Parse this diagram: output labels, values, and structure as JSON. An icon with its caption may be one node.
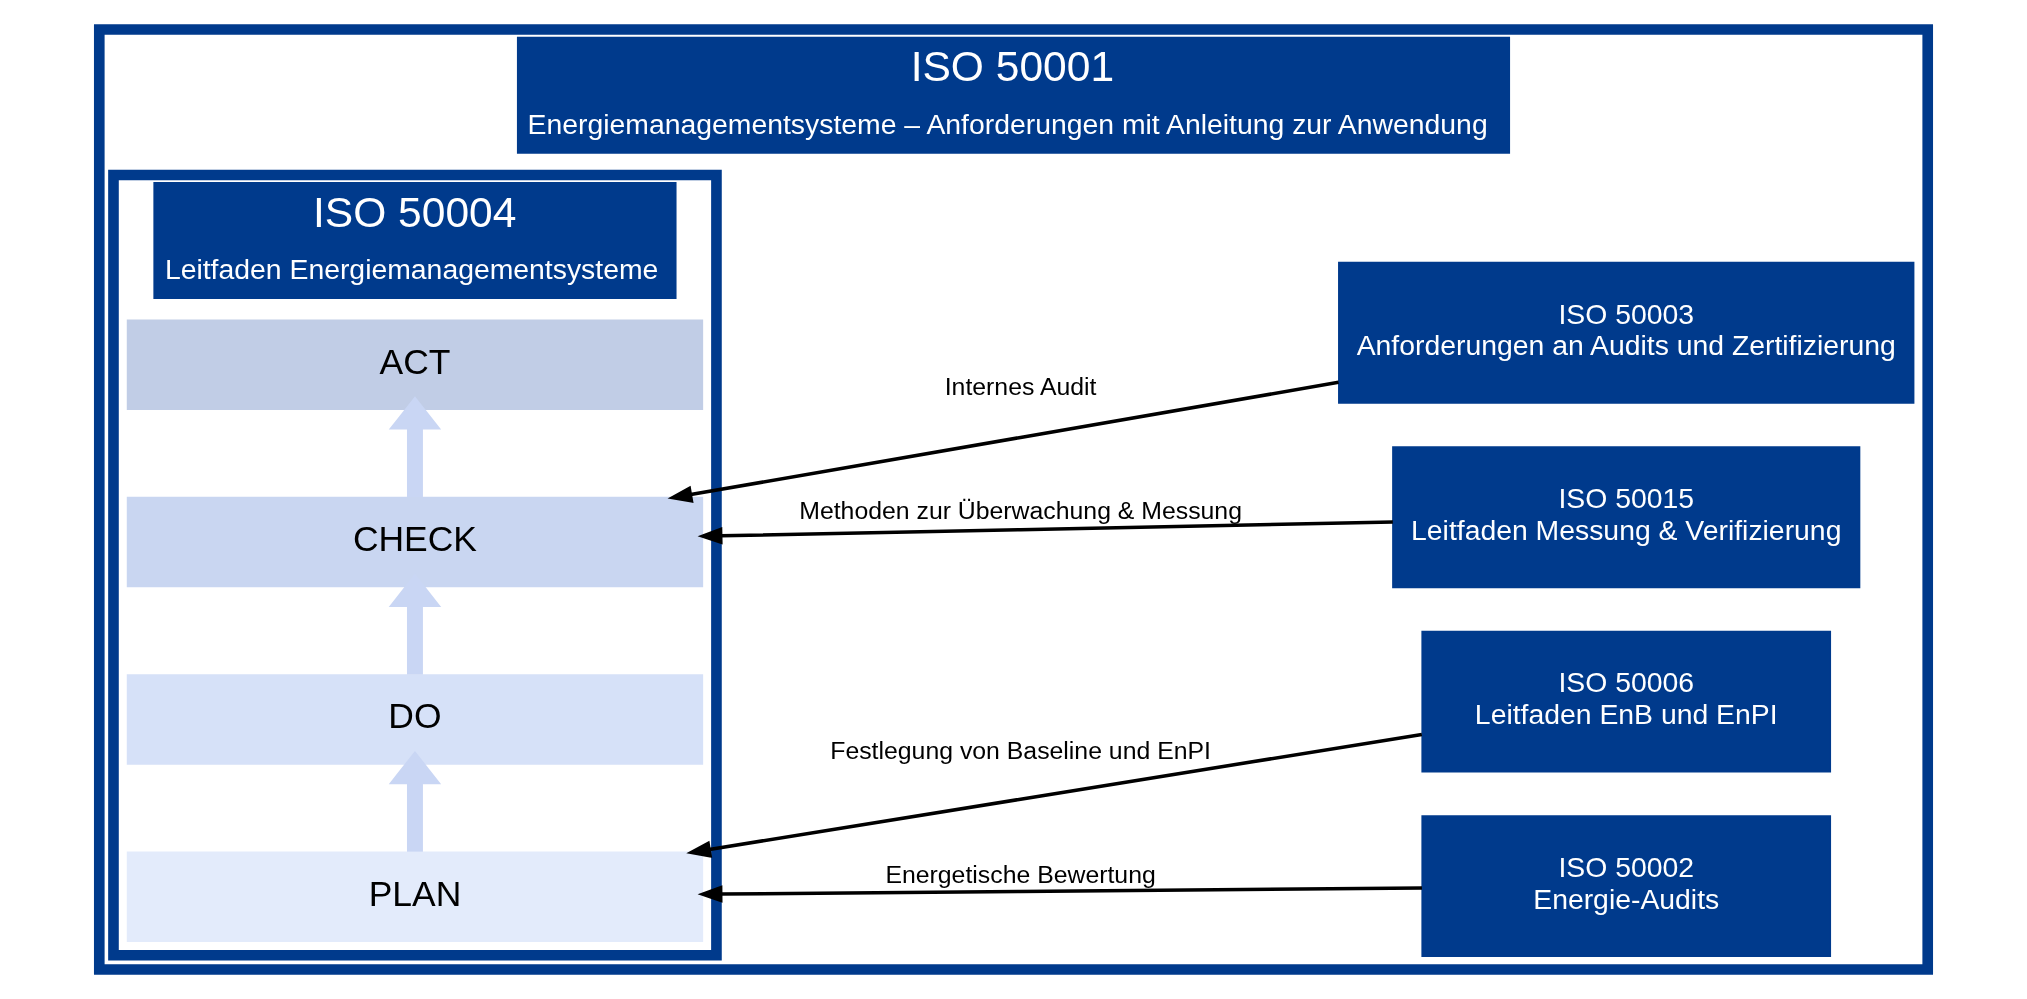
{
  "diagram": {
    "nodes": [
      {
        "text": [
          "ISO 50001",
          "Energiemanagementsysteme – Anforderungen mit Anleitung zur Anwendung"
        ]
      },
      {
        "text": [
          "ISO 50004",
          "Leitfaden Energiemanagementsysteme"
        ],
        "in": 0
      },
      {
        "text": [
          "PLAN"
        ],
        "in": 1
      },
      {
        "text": [
          "DO"
        ],
        "in": 1
      },
      {
        "text": [
          "CHECK"
        ],
        "in": 1
      },
      {
        "text": [
          "ACT"
        ],
        "in": 1
      },
      {
        "text": [
          "ISO 50002",
          "Energie-Audits"
        ],
        "in": 0
      },
      {
        "text": [
          "ISO 50006",
          "Leitfaden EnB und EnPI"
        ],
        "in": 0
      },
      {
        "text": [
          "ISO 50015",
          "Leitfaden Messung & Verifizierung"
        ],
        "in": 0
      },
      {
        "text": [
          "ISO 50003",
          "Anforderungen an Audits und Zertifizierung"
        ],
        "in": 0
      }
    ],
    "edges": [
      {
        "from": 2,
        "to": 3,
        "arrow": "to",
        "style": "thick",
        "color": "#c9d6f4"
      },
      {
        "from": 3,
        "to": 4,
        "arrow": "to",
        "style": "thick",
        "color": "#c9d6f4"
      },
      {
        "from": 4,
        "to": 5,
        "arrow": "to",
        "style": "thick",
        "color": "#c9d6f4"
      },
      {
        "from": 6,
        "to": 2,
        "arrow": "to",
        "label": "Energetische Bewertung"
      },
      {
        "from": 7,
        "to": 2,
        "arrow": "to",
        "label": "Festlegung von Baseline und EnPI"
      },
      {
        "from": 8,
        "to": 4,
        "arrow": "to",
        "label": "Methoden zur Überwachung & Messung"
      },
      {
        "from": 9,
        "to": 4,
        "arrow": "to",
        "label": "Internes Audit"
      }
    ]
  }
}
